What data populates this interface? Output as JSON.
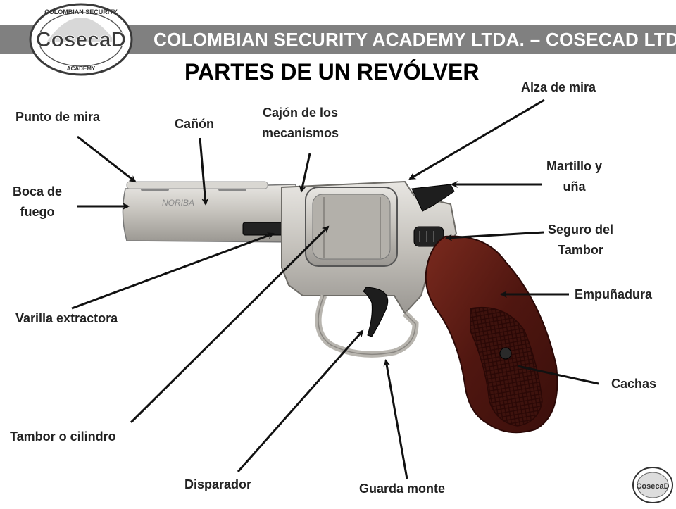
{
  "header": {
    "banner_text": "COLOMBIAN SECURITY ACADEMY LTDA. – COSECAD LTDA.",
    "banner_color": "#808080",
    "logo_text": "CosecaD",
    "logo_ring_text": "COLOMBIAN SECURITY",
    "logo_bottom_text": "ACADEMY"
  },
  "title": "PARTES DE UN REVÓLVER",
  "labels": {
    "punto_de_mira": "Punto de mira",
    "canon": "Cañón",
    "cajon_l1": "Cajón de los",
    "cajon_l2": "mecanismos",
    "alza_de_mira": "Alza de mira",
    "martillo_l1": "Martillo y",
    "martillo_l2": "uña",
    "boca_l1": "Boca de",
    "boca_l2": "fuego",
    "seguro_l1": "Seguro del",
    "seguro_l2": "Tambor",
    "empunadura": "Empuñadura",
    "varilla": "Varilla extractora",
    "cachas": "Cachas",
    "tambor": "Tambor o cilindro",
    "disparador": "Disparador",
    "guarda": "Guarda monte"
  },
  "colors": {
    "steel": "#c9c6c0",
    "wood": "#5a1a14",
    "text": "#222222"
  }
}
